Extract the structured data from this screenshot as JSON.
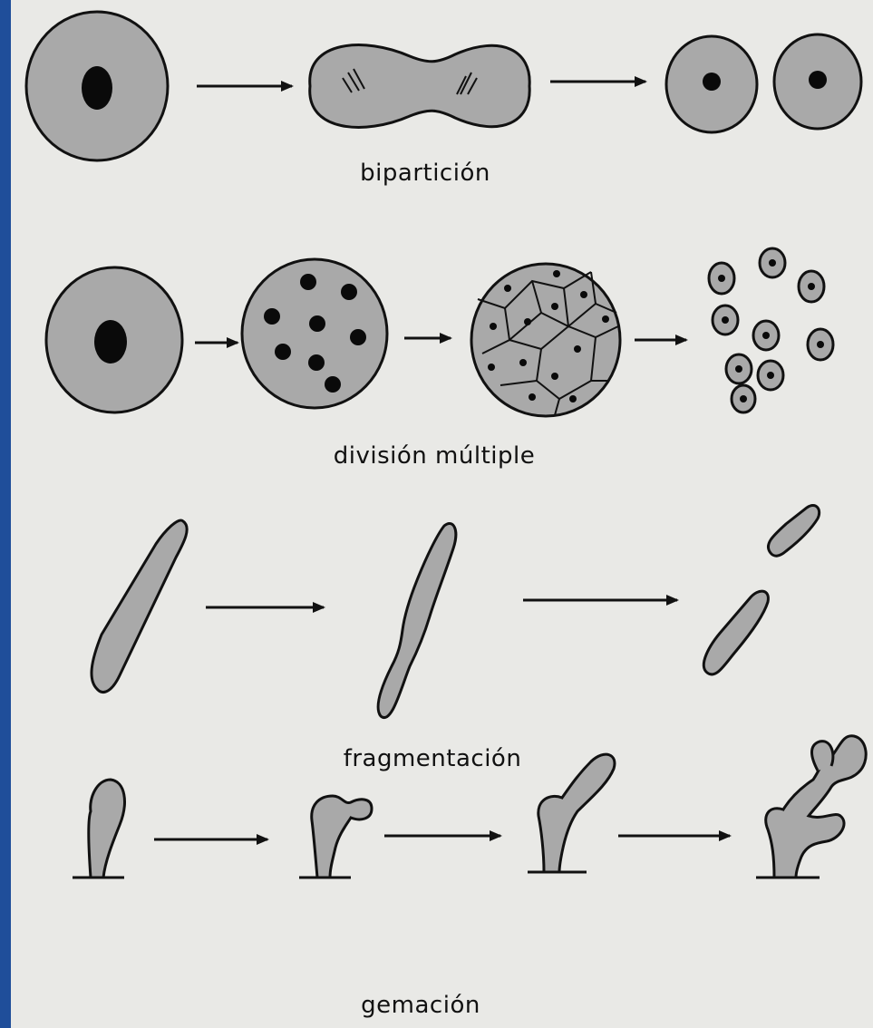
{
  "captions": {
    "binary_fission": "bipartición",
    "multiple_fission": "división múltiple",
    "fragmentation": "fragmentación",
    "budding": "gemación"
  },
  "colors": {
    "background_border": "#1f4e9a",
    "paper": "#e9e9e6",
    "cytoplasm": "#a9a9a9",
    "outline": "#111111",
    "nucleus": "#0a0a0a"
  },
  "icons": {
    "arrow": "arrow-right"
  }
}
